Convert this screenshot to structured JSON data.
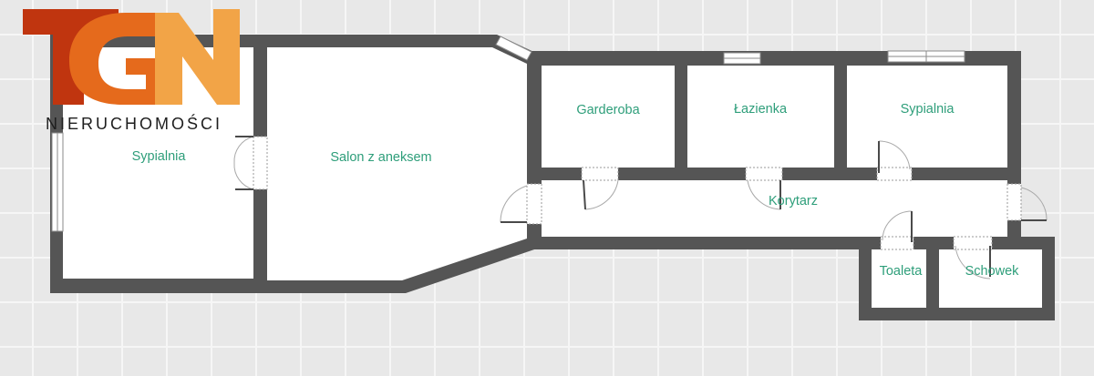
{
  "brand": {
    "logo_letters": "TGN",
    "tagline": "NIERUCHOMOŚCI",
    "colors": {
      "t": "#c0350f",
      "g": "#e56a1c",
      "n": "#f2a447"
    }
  },
  "rooms": [
    {
      "id": "sypialnia-1",
      "label": "Sypialnia"
    },
    {
      "id": "salon",
      "label": "Salon z aneksem"
    },
    {
      "id": "garderoba",
      "label": "Garderoba"
    },
    {
      "id": "lazienka",
      "label": "Łazienka"
    },
    {
      "id": "sypialnia-2",
      "label": "Sypialnia"
    },
    {
      "id": "korytarz",
      "label": "Korytarz"
    },
    {
      "id": "toaleta",
      "label": "Toaleta"
    },
    {
      "id": "schowek",
      "label": "Schowek"
    }
  ],
  "colors": {
    "wall": "#555555",
    "floor": "#ffffff",
    "label": "#2e9e7a",
    "grid_bg": "#e8e8e8",
    "grid_line": "#f6f6f6"
  }
}
